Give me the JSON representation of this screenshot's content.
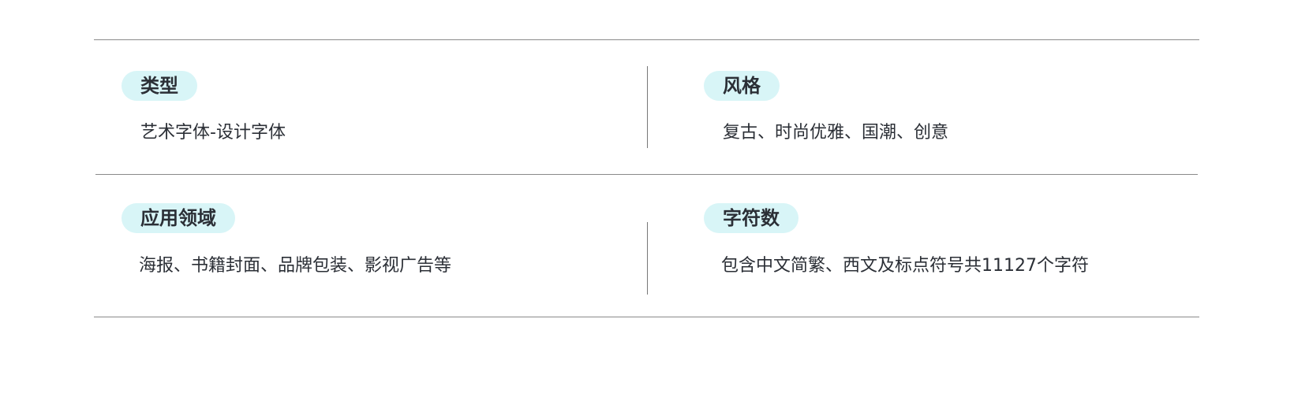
{
  "sections": [
    {
      "label": "类型",
      "value": "艺术字体-设计字体"
    },
    {
      "label": "风格",
      "value": "复古、时尚优雅、国潮、创意"
    },
    {
      "label": "应用领域",
      "value": "海报、书籍封面、品牌包装、影视广告等"
    },
    {
      "label": "字符数",
      "value": "包含中文简繁、西文及标点符号共11127个字符"
    }
  ],
  "colors": {
    "pill_bg": "#d8f5f7",
    "text": "#2b2f36",
    "divider": "#8a8a8a"
  }
}
